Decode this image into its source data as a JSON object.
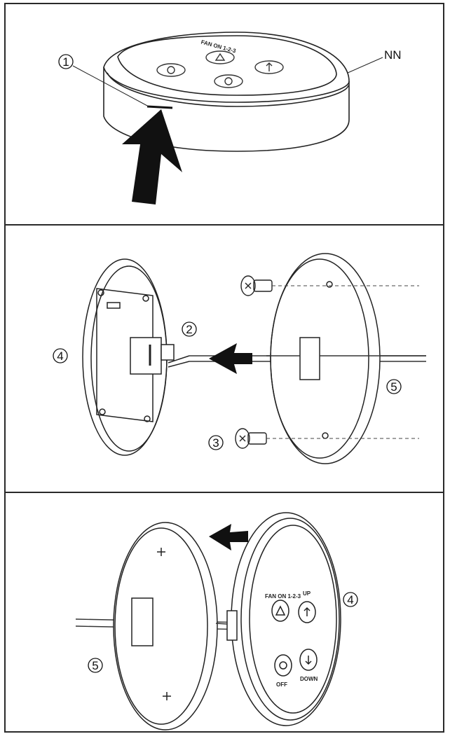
{
  "panel1": {
    "callout_1": "1",
    "label_nn": "NN",
    "device_text": "FAN ON 1-2-3"
  },
  "panel2": {
    "callout_2": "2",
    "callout_3": "3",
    "callout_4": "4",
    "callout_5": "5"
  },
  "panel3": {
    "callout_4": "4",
    "callout_5": "5",
    "button_fan": "FAN ON 1-2-3",
    "button_up": "UP",
    "button_off": "OFF",
    "button_down": "DOWN"
  },
  "colors": {
    "line": "#222222",
    "arrow": "#111111",
    "dashed": "#444444"
  }
}
